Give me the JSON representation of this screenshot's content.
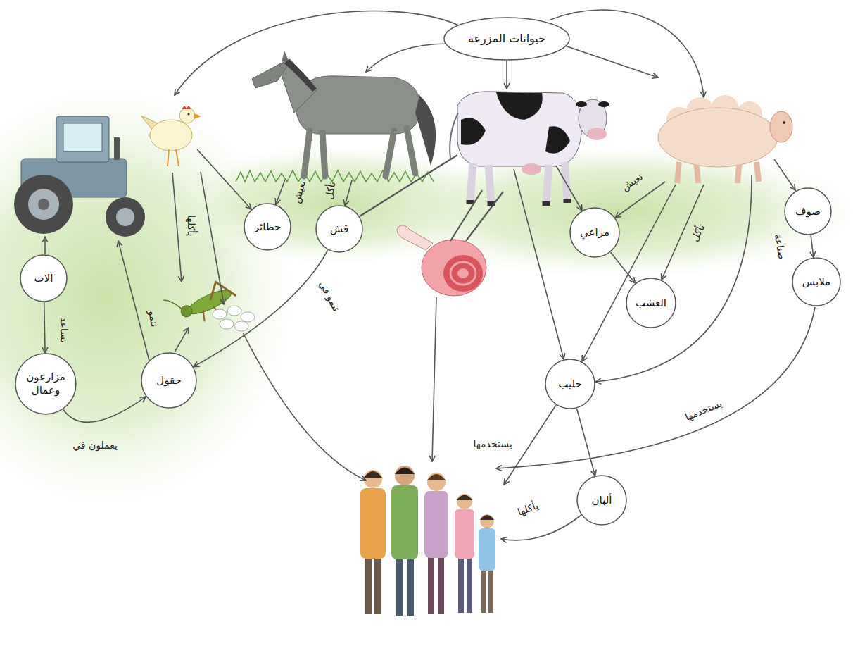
{
  "diagram": {
    "nodes": [
      {
        "text": [
          "حيوانات المزرعة"
        ]
      },
      {
        "text": [
          "حظائر"
        ]
      },
      {
        "text": [
          "قش"
        ]
      },
      {
        "text": [
          "مراعي"
        ]
      },
      {
        "text": [
          "صوف"
        ]
      },
      {
        "text": [
          "آلات"
        ]
      },
      {
        "text": [
          "ملابس"
        ]
      },
      {
        "text": [
          "العشب"
        ]
      },
      {
        "text": [
          "مزارعون وعمال"
        ]
      },
      {
        "text": [
          "حقول"
        ]
      },
      {
        "text": [
          "حليب"
        ]
      },
      {
        "text": [
          "ألبان"
        ]
      }
    ],
    "edges": [
      {
        "from": 5,
        "to": 8,
        "label": "تساعد",
        "arrow": "to"
      },
      {
        "from": 8,
        "to": 9,
        "label": "يعملون في",
        "arrow": "to"
      },
      {
        "from": 2,
        "to": 9,
        "label": "تنمو في",
        "arrow": "to"
      },
      {
        "from": 4,
        "to": 6,
        "label": "صناعة",
        "arrow": "to"
      },
      {
        "from": 10,
        "to": 11,
        "arrow": "to"
      },
      {
        "from": 3,
        "to": 7,
        "arrow": "to"
      }
    ],
    "labels": [
      "تعيش",
      "تأكل",
      "يأكلها",
      "تنمو",
      "تعيش",
      "تأكل",
      "يستخدمها",
      "يستخدمها",
      "يأكلها"
    ]
  }
}
